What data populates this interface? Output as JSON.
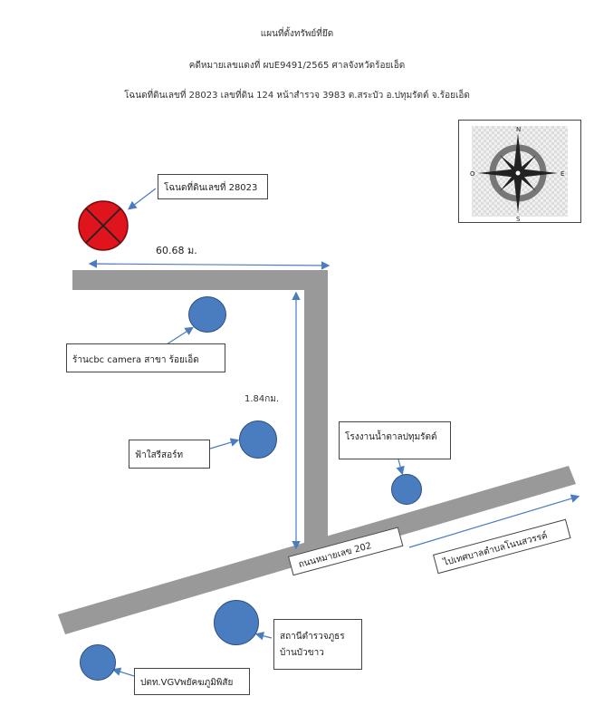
{
  "header": {
    "title": "แผนที่ตั้งทรัพย์ที่ยึด",
    "case_line": "คดีหมายเลขแดงที่ ผบE9491/2565 ศาลจังหวัดร้อยเอ็ด",
    "land_line": "โฉนดที่ดินเลขที่ 28023 เลขที่ดิน 124 หน้าสำรวจ 3983 ต.สระบัว อ.ปทุมรัตต์ จ.ร้อยเอ็ด"
  },
  "map": {
    "target_marker": {
      "label": "โฉนดที่ดินเลขที่ 28023",
      "color": "#e0141c"
    },
    "distance_horizontal": "60.68 ม.",
    "distance_vertical": "1.84กม.",
    "road_label": "ถนนหมายเลข 202",
    "direction_label": "ไปเทศบาลตำบลโนนสวรรค์",
    "landmarks": [
      {
        "label": "ร้านcbc camera สาขา ร้อยเอ็ด"
      },
      {
        "label": "ฟ้าใสรีสอร์ท"
      },
      {
        "label": "โรงงานน้ำตาลปทุมรัตต์"
      },
      {
        "label_line1": "สถานีตำรวจภูธร",
        "label_line2": "บ้านบัวขาว"
      },
      {
        "label": "ปตท.VGVพยัคฆภูมิพิสัย"
      }
    ],
    "road_color": "#999999",
    "landmark_color": "#4a7cc0",
    "arrow_color": "#4a7cc0"
  },
  "compass": {
    "n": "N",
    "s": "S",
    "e": "E",
    "w": "O"
  }
}
